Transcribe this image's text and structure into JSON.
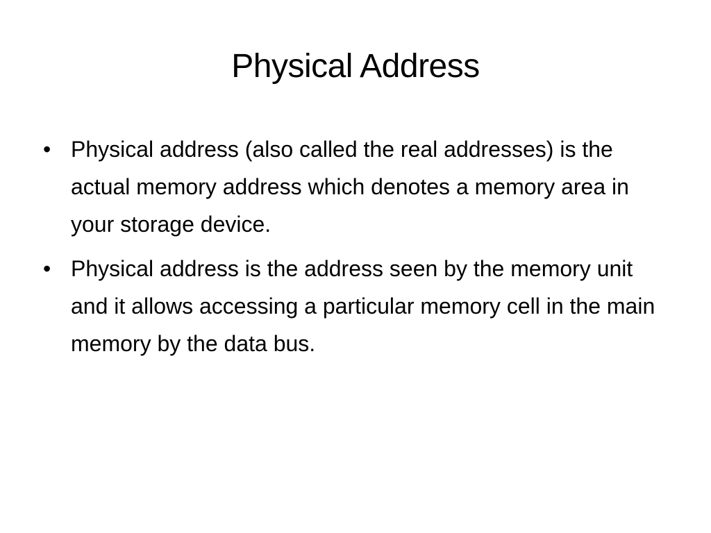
{
  "slide": {
    "title": "Physical Address",
    "bullet_marker": "•",
    "bullets": [
      "Physical address (also called the real addresses) is the actual memory address which denotes a memory area in your storage device.",
      "Physical address is the address seen by the memory unit and it allows accessing a particular memory cell in the main memory by the data bus."
    ]
  }
}
